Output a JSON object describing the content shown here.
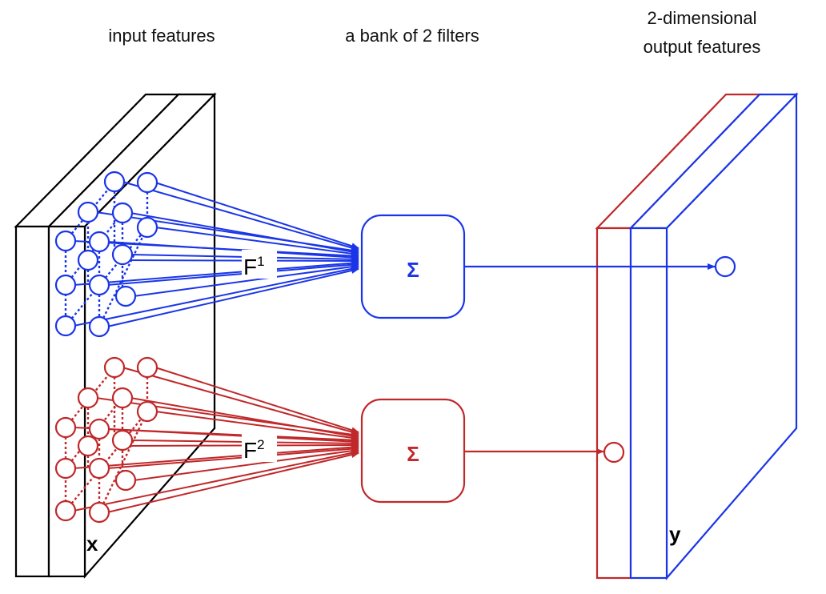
{
  "headings": {
    "input": "input features",
    "filters": "a bank of 2 filters",
    "output_line1": "2-dimensional",
    "output_line2": "output features"
  },
  "input_volume_label": "x",
  "output_volume_label": "y",
  "filters": [
    {
      "name": "F",
      "superscript": "1",
      "symbol": "Σ",
      "color": "#1a35e8"
    },
    {
      "name": "F",
      "superscript": "2",
      "symbol": "Σ",
      "color": "#c0282a"
    }
  ],
  "colors": {
    "outline": "#000000",
    "filter1": "#1a35e8",
    "filter2": "#c0282a"
  }
}
